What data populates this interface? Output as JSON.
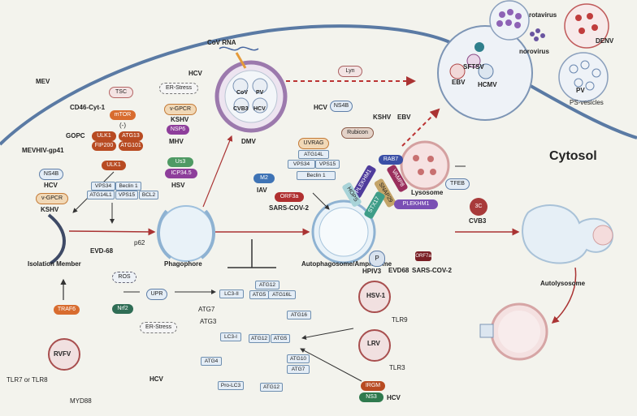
{
  "cytosol": "Cytosol",
  "ps_vesicles": "PS-vesicles",
  "viruses_top": {
    "rotavirus": "rotavirus",
    "norovirus": "norovirus",
    "denv": "DENV",
    "pv": "PV",
    "sftsv": "SFTSV",
    "ebv": "EBV",
    "hcmv": "HCMV"
  },
  "left": {
    "mev": "MEV",
    "cd46": "CD46-Cyt-1",
    "gopc": "GOPC",
    "mev_hiv": "MEVHIV-gp41",
    "tsc": "TSC",
    "er_stress": "ER-Stress",
    "hcv": "HCV",
    "vgpcr": "v-GPCR",
    "kshv": "KSHV",
    "mtor": "mTOR",
    "minus": "(-)",
    "ulk1": "ULK1",
    "atg13": "ATG13",
    "fip200": "FIP200",
    "atg101": "ATG101",
    "nsp6": "NSP6",
    "mhv": "MHV",
    "ulk1b": "ULK1",
    "us3": "Us3",
    "icp345": "ICP34.5",
    "hsv": "HSV",
    "ns4b": "NS4B",
    "hcv2": "HCV",
    "vgpcr2": "v-GPCR",
    "kshv2": "KSHV",
    "vps34": "VPS34",
    "beclin": "Beclin 1",
    "atg14l1": "ATG14L1",
    "vps15": "VPS15",
    "bcl2": "BCL2",
    "isolation": "Isolation Member",
    "evd68": "EVD-68",
    "p62": "p62",
    "phagophore": "Phagophore",
    "ros": "ROS",
    "nrf2": "Nrf2",
    "upr": "UPR",
    "er_stress2": "ER-Stress",
    "hcv3": "HCV",
    "traf6": "TRAF6",
    "rvfv": "RVFV",
    "tlr78": "TLR7 or TLR8",
    "myd88": "MYD88"
  },
  "dmv": {
    "cov_rna": "CoV RNA",
    "cov": "CoV",
    "pv": "PV",
    "cvb3": "CVB3",
    "hcv": "HCV",
    "label": "DMV"
  },
  "center": {
    "lyn": "Lyn",
    "hcv": "HCV",
    "ns4b": "NS4B",
    "uvrag": "UVRAG",
    "atg14l": "ATG14L",
    "vps34": "VPS34",
    "vps15": "VPS15",
    "beclin": "Beclin 1",
    "m2": "M2",
    "iav": "IAV",
    "orf3a": "ORF3a",
    "sars": "SARS-COV-2",
    "rubicon": "Rubicon",
    "kshv": "KSHV",
    "ebv": "EBV",
    "rab7": "RAB7",
    "plekhm1": "PLEKHM1",
    "vamp8": "VAMP8",
    "snap29": "SNAP29",
    "stx17": "STX17",
    "hops": "HOPS",
    "lysosome": "Lysosome",
    "tfeb": "TFEB",
    "plekhm1b": "PLEKHM1",
    "c3": "3C",
    "cvb3": "CVB3",
    "autophagosome": "Autophagosome/Amphisome",
    "p": "P",
    "hpiv3": "HPIV3",
    "evd68": "EVD68",
    "orf7a": "ORF7a",
    "sars2": "SARS-COV-2",
    "autolysosome": "Autolysosome"
  },
  "lc3": {
    "lc3ii": "LC3-II",
    "atg12a": "ATG12",
    "atg5a": "ATG5",
    "atg16l": "ATG16L",
    "atg7": "ATG7",
    "atg3": "ATG3",
    "atg16": "ATG16",
    "lc3i": "LC3-I",
    "atg12b": "ATG12",
    "atg5b": "ATG5",
    "atg4": "ATG4",
    "atg10": "ATG10",
    "atg7b": "ATG7",
    "prolc3": "Pro-LC3",
    "atg12c": "ATG12",
    "hsv1": "HSV-1",
    "tlr9": "TLR9",
    "lrv": "LRV",
    "tlr3": "TLR3",
    "irgm": "IRGM",
    "ns3": "NS3",
    "hcv": "HCV"
  }
}
